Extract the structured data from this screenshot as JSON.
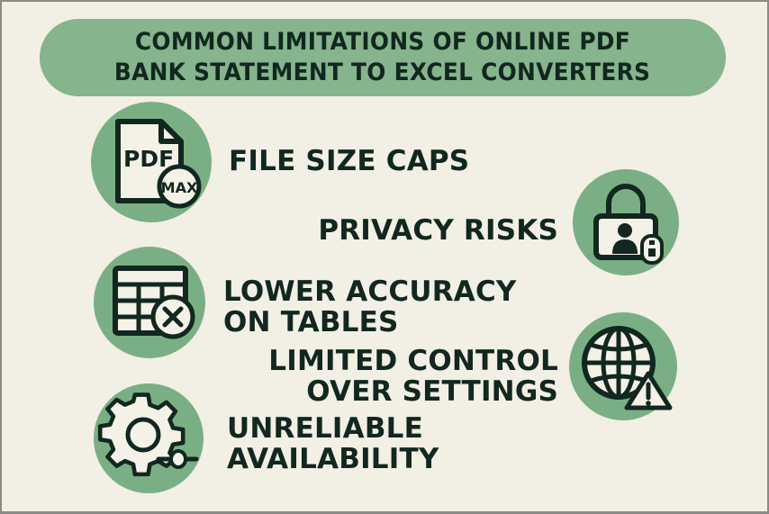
{
  "title": {
    "line1": "COMMON LIMITATIONS OF ONLINE PDF",
    "line2": "BANK STATEMENT TO EXCEL CONVERTERS"
  },
  "items": [
    {
      "icon": "pdf-max-file-icon",
      "icon_text_main": "PDF",
      "icon_text_badge": "MAX",
      "lines": [
        "FILE SIZE CAPS"
      ]
    },
    {
      "icon": "privacy-lock-user-icon",
      "lines": [
        "PRIVACY RISKS"
      ]
    },
    {
      "icon": "table-error-icon",
      "lines": [
        "LOWER ACCURACY",
        "ON TABLES"
      ]
    },
    {
      "icon": "globe-warning-icon",
      "lines": [
        "LIMITED CONTROL",
        "OVER SETTINGS"
      ]
    },
    {
      "icon": "gear-slider-icon",
      "lines": [
        "UNRELIABLE",
        "AVAILABILITY"
      ]
    }
  ],
  "colors": {
    "background": "#f2efe4",
    "accent_green": "#7aaf85",
    "banner_green": "#86b48d",
    "text_dark": "#11271f",
    "icon_fill": "#f4f1e6",
    "frame_border": "#8a8a86"
  }
}
